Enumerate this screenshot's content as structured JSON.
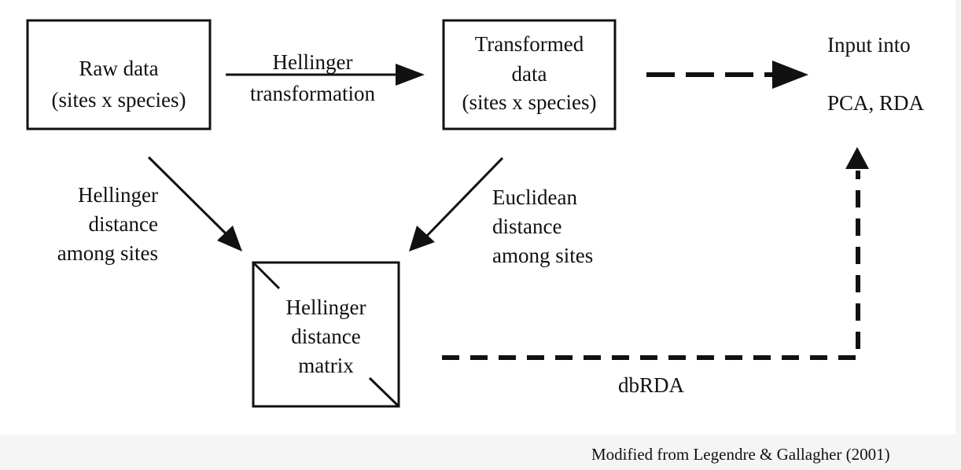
{
  "nodes": {
    "raw_data": {
      "line1": "Raw data",
      "line2": "(sites x species)"
    },
    "transformed_data": {
      "line1": "Transformed",
      "line2": "data",
      "line3": "(sites x species)"
    },
    "distance_matrix": {
      "line1": "Hellinger",
      "line2": "distance",
      "line3": "matrix"
    },
    "input_into": {
      "line1": "Input into",
      "line2": "PCA, RDA"
    }
  },
  "edges": {
    "hellinger_transformation": {
      "line1": "Hellinger",
      "line2": "transformation"
    },
    "hellinger_distance": {
      "line1": "Hellinger",
      "line2": "distance",
      "line3": "among sites"
    },
    "euclidean_distance": {
      "line1": "Euclidean",
      "line2": "distance",
      "line3": "among sites"
    },
    "dbrda": {
      "label": "dbRDA"
    }
  },
  "caption": "Modified from Legendre & Gallagher (2001)"
}
